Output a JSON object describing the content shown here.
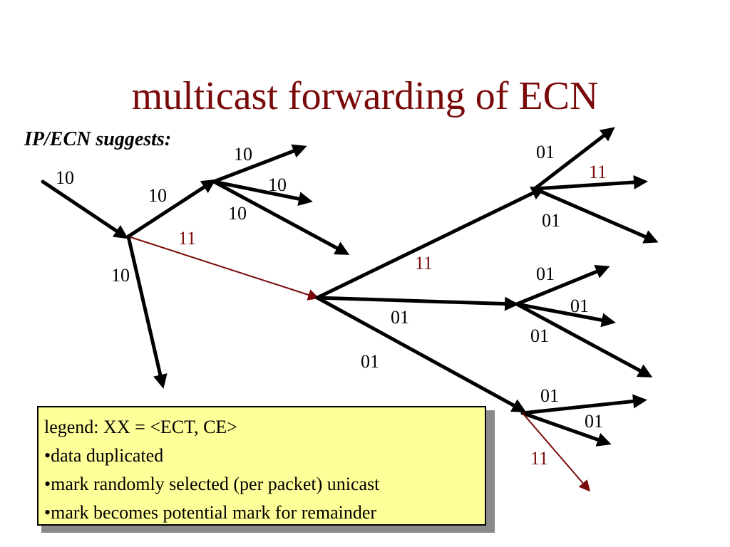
{
  "slide": {
    "title": "multicast forwarding of ECN",
    "subtitle": "IP/ECN suggests:"
  },
  "colors": {
    "title": "#7a0a0a",
    "mark_arrow": "#7a0a0a",
    "arrow": "#000000",
    "legend_bg": "#ffff99",
    "legend_shadow": "#8a8a8a"
  },
  "edge_labels": [
    {
      "text": "10",
      "marked": false
    },
    {
      "text": "10",
      "marked": false
    },
    {
      "text": "10",
      "marked": false
    },
    {
      "text": "10",
      "marked": false
    },
    {
      "text": "10",
      "marked": false
    },
    {
      "text": "11",
      "marked": true
    },
    {
      "text": "10",
      "marked": false
    },
    {
      "text": "11",
      "marked": true
    },
    {
      "text": "01",
      "marked": false
    },
    {
      "text": "01",
      "marked": false
    },
    {
      "text": "01",
      "marked": false
    },
    {
      "text": "11",
      "marked": true
    },
    {
      "text": "01",
      "marked": false
    },
    {
      "text": "01",
      "marked": false
    },
    {
      "text": "01",
      "marked": false
    },
    {
      "text": "01",
      "marked": false
    },
    {
      "text": "01",
      "marked": false
    },
    {
      "text": "01",
      "marked": false
    },
    {
      "text": "11",
      "marked": true
    }
  ],
  "legend": {
    "lines": [
      "legend: XX = <ECT, CE>",
      "•data duplicated",
      "•mark randomly selected (per packet) unicast",
      "•mark becomes potential mark for remainder"
    ]
  }
}
